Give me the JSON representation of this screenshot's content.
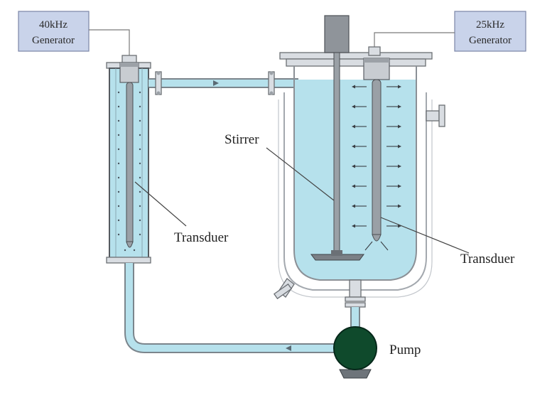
{
  "generators": {
    "left": {
      "line1": "40kHz",
      "line2": "Generator"
    },
    "right": {
      "line1": "25kHz",
      "line2": "Generator"
    }
  },
  "labels": {
    "stirrer": "Stirrer",
    "transducer_left": "Transduer",
    "transducer_right": "Transduer",
    "pump": "Pump"
  },
  "colors": {
    "water": "#b6e1ec",
    "generator_box": "#c9d3ea",
    "pump": "#0f4a2c",
    "motor": "#8f949a"
  },
  "icons": {
    "pump": "pump-icon",
    "motor": "motor-icon",
    "stirrer_impeller": "impeller-icon"
  }
}
